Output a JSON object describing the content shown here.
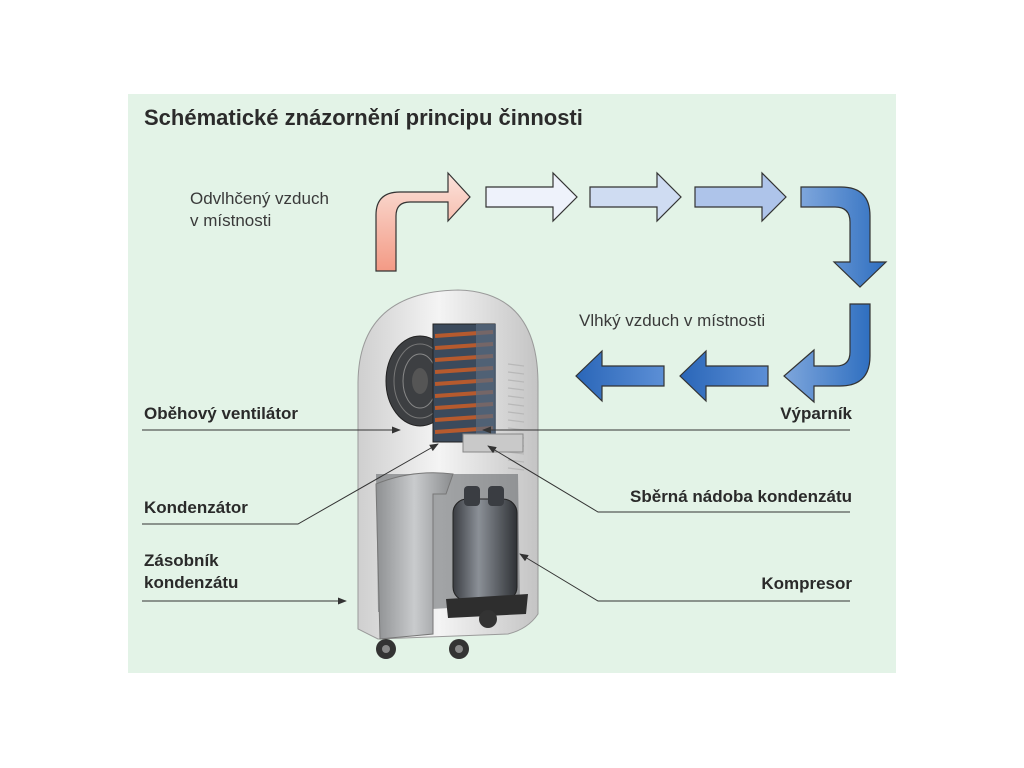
{
  "title": "Schématické znázornění principu činnosti",
  "notes": {
    "dry_air_line1": "Odvlhčený vzduch",
    "dry_air_line2": "v místnosti",
    "humid_air": "Vlhký vzduch v místnosti"
  },
  "labels": {
    "fan": "Oběhový ventilátor",
    "evaporator": "Výparník",
    "condenser": "Kondenzátor",
    "collector": "Sběrná nádoba kondenzátu",
    "tank_line1": "Zásobník",
    "tank_line2": "kondenzátu",
    "compressor": "Kompresor"
  },
  "colors": {
    "panel_bg": "#e3f3e7",
    "warm_arrow": "#f2a08c",
    "cool_arrow": "#2f6fc0"
  }
}
